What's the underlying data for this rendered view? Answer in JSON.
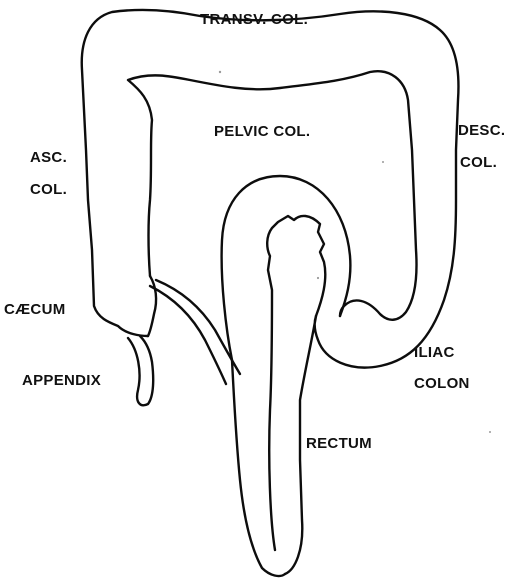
{
  "labels": {
    "transverse_colon": "TRANSV. COL.",
    "descending_colon_line1": "DESC.",
    "descending_colon_line2": "COL.",
    "ascending_colon_line1": "ASC.",
    "ascending_colon_line2": "COL.",
    "pelvic_colon": "PELVIC COL.",
    "caecum": "CÆCUM",
    "appendix": "APPENDIX",
    "iliac_colon_line1": "ILIAC",
    "iliac_colon_line2": "COLON",
    "rectum": "RECTUM"
  },
  "colors": {
    "stroke": "#0d0d0d",
    "background": "#ffffff"
  }
}
